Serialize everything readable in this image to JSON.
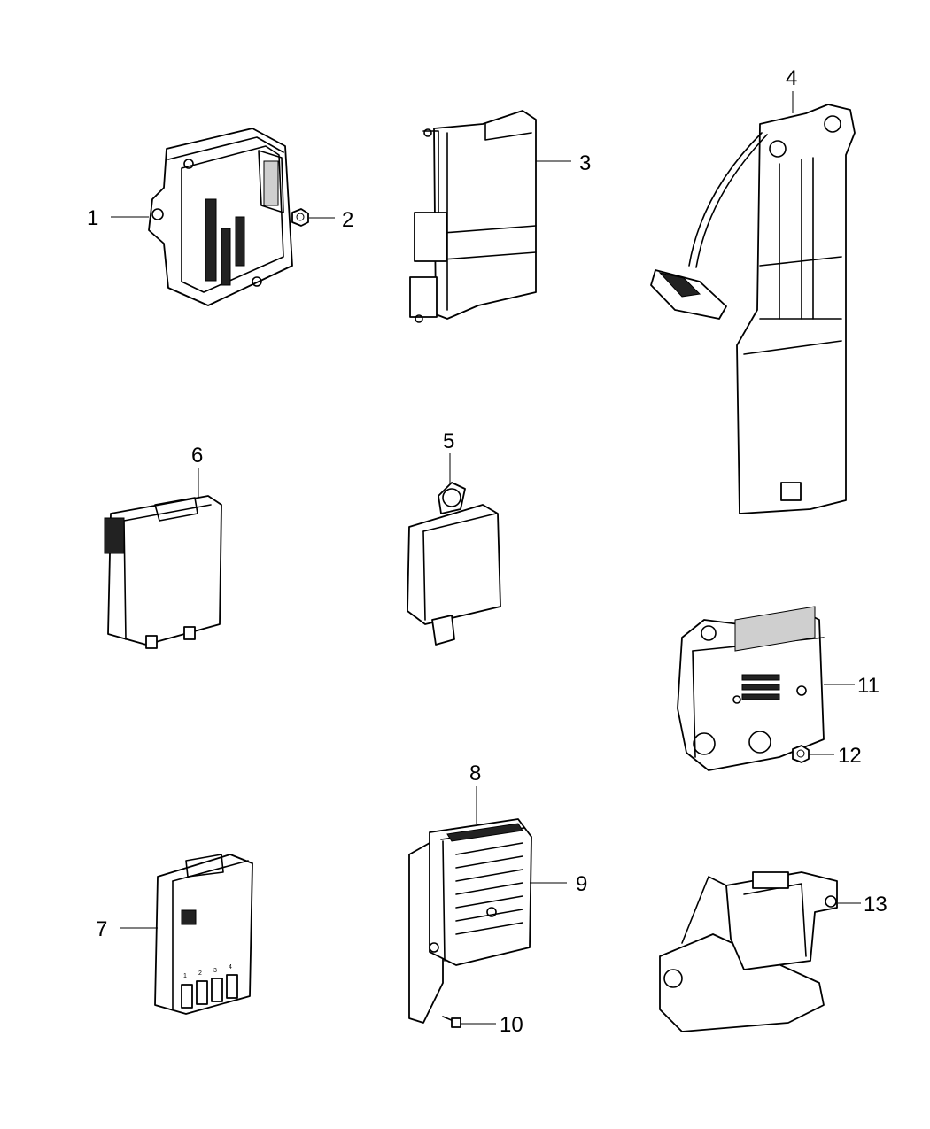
{
  "callouts": {
    "c1": "1",
    "c2": "2",
    "c3": "3",
    "c4": "4",
    "c5": "5",
    "c6": "6",
    "c7": "7",
    "c8": "8",
    "c9": "9",
    "c10": "10",
    "c11": "11",
    "c12": "12",
    "c13": "13"
  },
  "part7_pin_labels": [
    "1",
    "2",
    "3",
    "4"
  ]
}
